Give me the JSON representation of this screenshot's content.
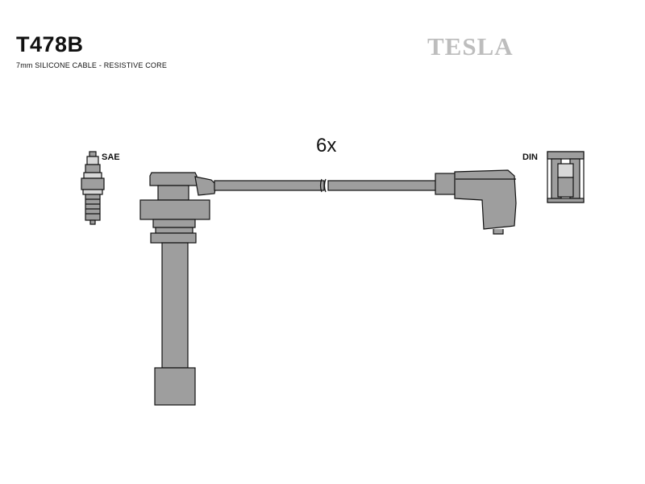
{
  "header": {
    "part_number": "T478B",
    "spec": "7mm SILICONE CABLE - RESISTIVE CORE",
    "brand": "TESLA"
  },
  "diagram": {
    "quantity_label": "6x",
    "left_terminal_label": "SAE",
    "right_terminal_label": "DIN"
  },
  "colors": {
    "part_fill": "#9e9e9e",
    "part_stroke": "#111111",
    "brand_text": "#bdbdbd"
  }
}
